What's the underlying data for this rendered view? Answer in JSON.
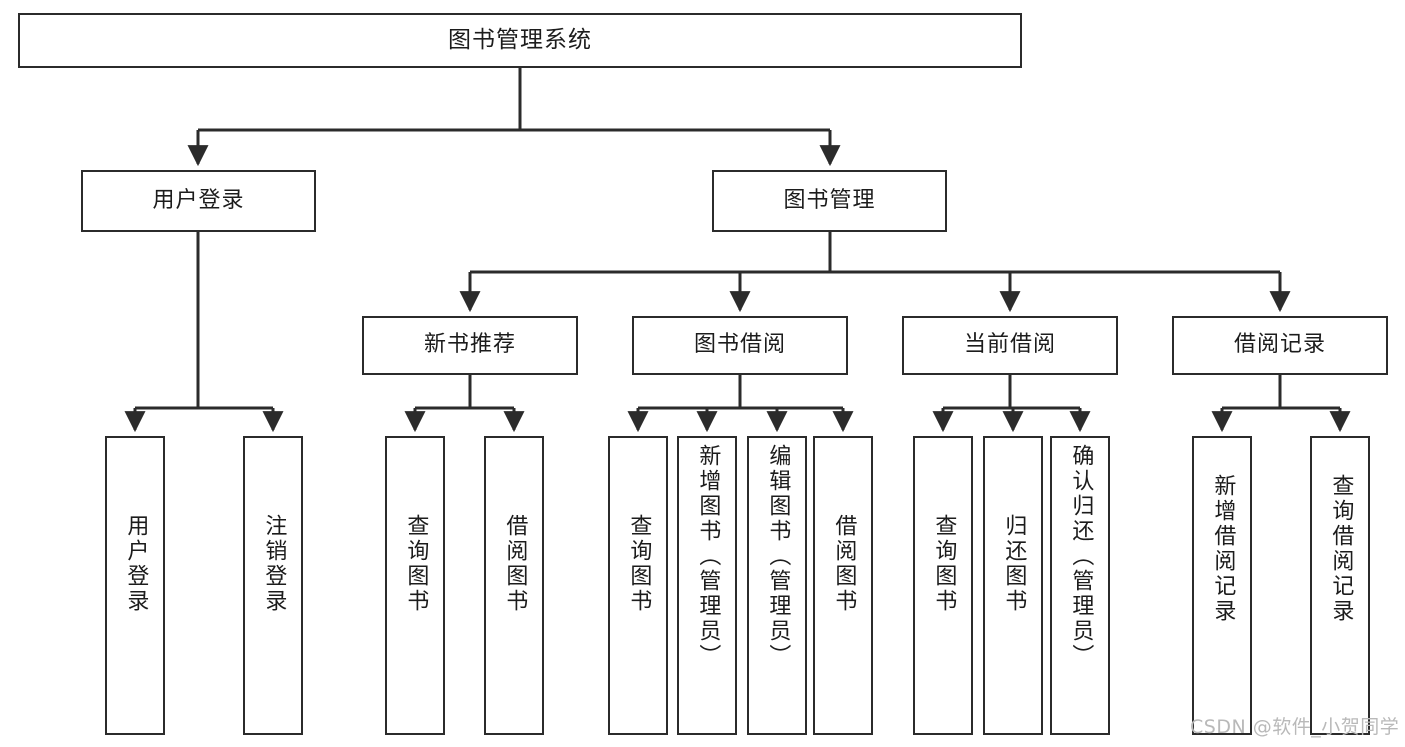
{
  "diagram": {
    "title": "图书管理系统",
    "type": "tree-hierarchy-diagram",
    "root": {
      "id": "root",
      "label": "图书管理系统"
    },
    "level2": [
      {
        "id": "n-user-login",
        "label": "用户登录"
      },
      {
        "id": "n-book-mgmt",
        "label": "图书管理"
      }
    ],
    "level3": [
      {
        "id": "n-new-book-rec",
        "label": "新书推荐"
      },
      {
        "id": "n-book-borrow",
        "label": "图书借阅"
      },
      {
        "id": "n-current-borrow",
        "label": "当前借阅"
      },
      {
        "id": "n-borrow-record",
        "label": "借阅记录"
      }
    ],
    "leaves": {
      "user_login": [
        {
          "id": "leaf-user-login",
          "label": "用户登录"
        },
        {
          "id": "leaf-logout",
          "label": "注销登录"
        }
      ],
      "new_book_rec": [
        {
          "id": "leaf-query-book-1",
          "label": "查询图书"
        },
        {
          "id": "leaf-borrow-book-1",
          "label": "借阅图书"
        }
      ],
      "book_borrow": [
        {
          "id": "leaf-query-book-2",
          "label": "查询图书"
        },
        {
          "id": "leaf-add-book",
          "label": "新增图书（管理员）"
        },
        {
          "id": "leaf-edit-book",
          "label": "编辑图书（管理员）"
        },
        {
          "id": "leaf-borrow-book-2",
          "label": "借阅图书"
        }
      ],
      "current_borrow": [
        {
          "id": "leaf-query-book-3",
          "label": "查询图书"
        },
        {
          "id": "leaf-return-book",
          "label": "归还图书"
        },
        {
          "id": "leaf-confirm-return",
          "label": "确认归还（管理员）"
        }
      ],
      "borrow_record": [
        {
          "id": "leaf-add-record",
          "label": "新增借阅记录"
        },
        {
          "id": "leaf-query-record",
          "label": "查询借阅记录"
        }
      ]
    }
  },
  "watermark": {
    "text": "CSDN @软件_小贺同学"
  },
  "colors": {
    "border": "#2b2b2b",
    "background": "#ffffff",
    "text": "#1c1c1c",
    "watermark": "#b9b9b9"
  }
}
